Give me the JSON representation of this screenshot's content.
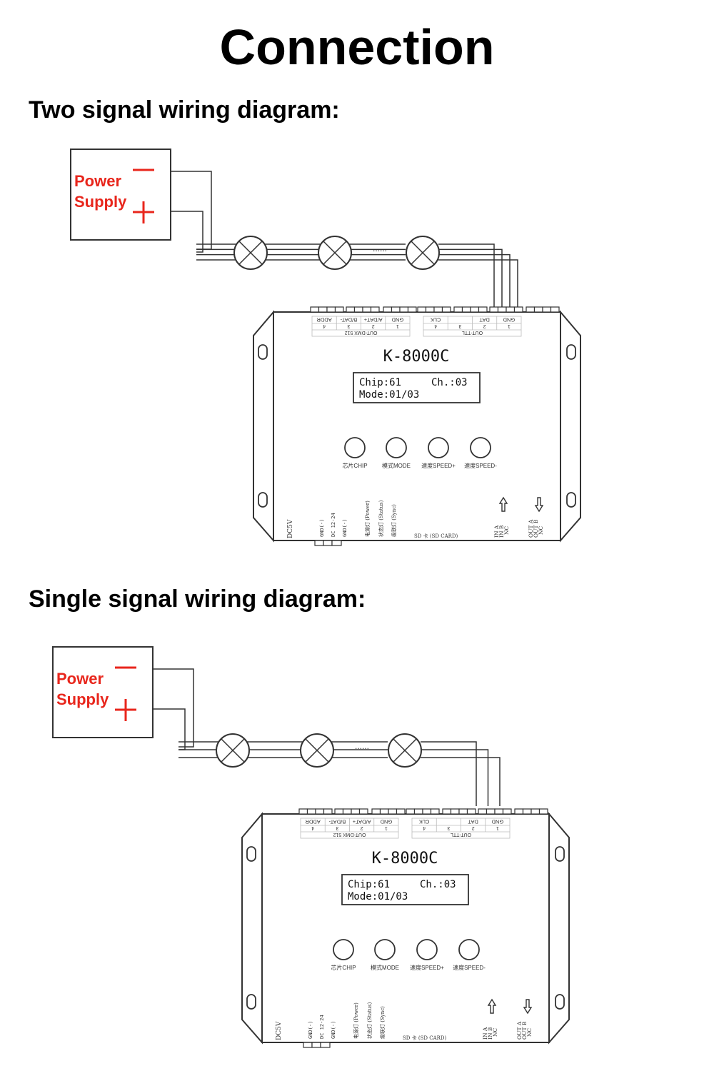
{
  "title": "Connection",
  "diagrams": [
    {
      "heading": "Two signal wiring diagram:",
      "signal_wires": 4
    },
    {
      "heading": "Single signal wiring diagram:",
      "signal_wires": 3
    }
  ],
  "power": {
    "label1": "Power",
    "label2": "Supply"
  },
  "ellipsis": "......",
  "controller": {
    "model": "K-8000C",
    "lcd_line1_a": "Chip:61",
    "lcd_line1_b": "Ch.:03",
    "lcd_line2": "Mode:01/03",
    "dmx_table": {
      "title": "OUT-DMX 512",
      "names": [
        "GND",
        "A/DAT+",
        "B/DAT-",
        "ADDR"
      ],
      "numbers": [
        "1",
        "2",
        "3",
        "4"
      ]
    },
    "ttl_table": {
      "title": "OUT-TTL",
      "names": [
        "GND",
        "DAT",
        "",
        "CLK"
      ],
      "numbers": [
        "1",
        "2",
        "3",
        "4"
      ]
    },
    "buttons": [
      "芯片CHIP",
      "模式MODE",
      "速度SPEED+",
      "速度SPEED-"
    ],
    "bottom_labels": {
      "dc5v": "DC5V",
      "gnd1": "GND(-)",
      "dc": "DC 12-24",
      "gnd2": "GND(-)",
      "power_led": "电源灯 (Power)",
      "status_led": "状态灯 (Status)",
      "sync_led": "级联灯 (Sync)",
      "sd": "SD 卡 (SD CARD)",
      "in": [
        "IN A",
        "IN B",
        "NC"
      ],
      "out": [
        "OUT A",
        "OUT B",
        "NC"
      ]
    }
  },
  "colors": {
    "power_text": "#e8261c",
    "line": "#333333"
  }
}
